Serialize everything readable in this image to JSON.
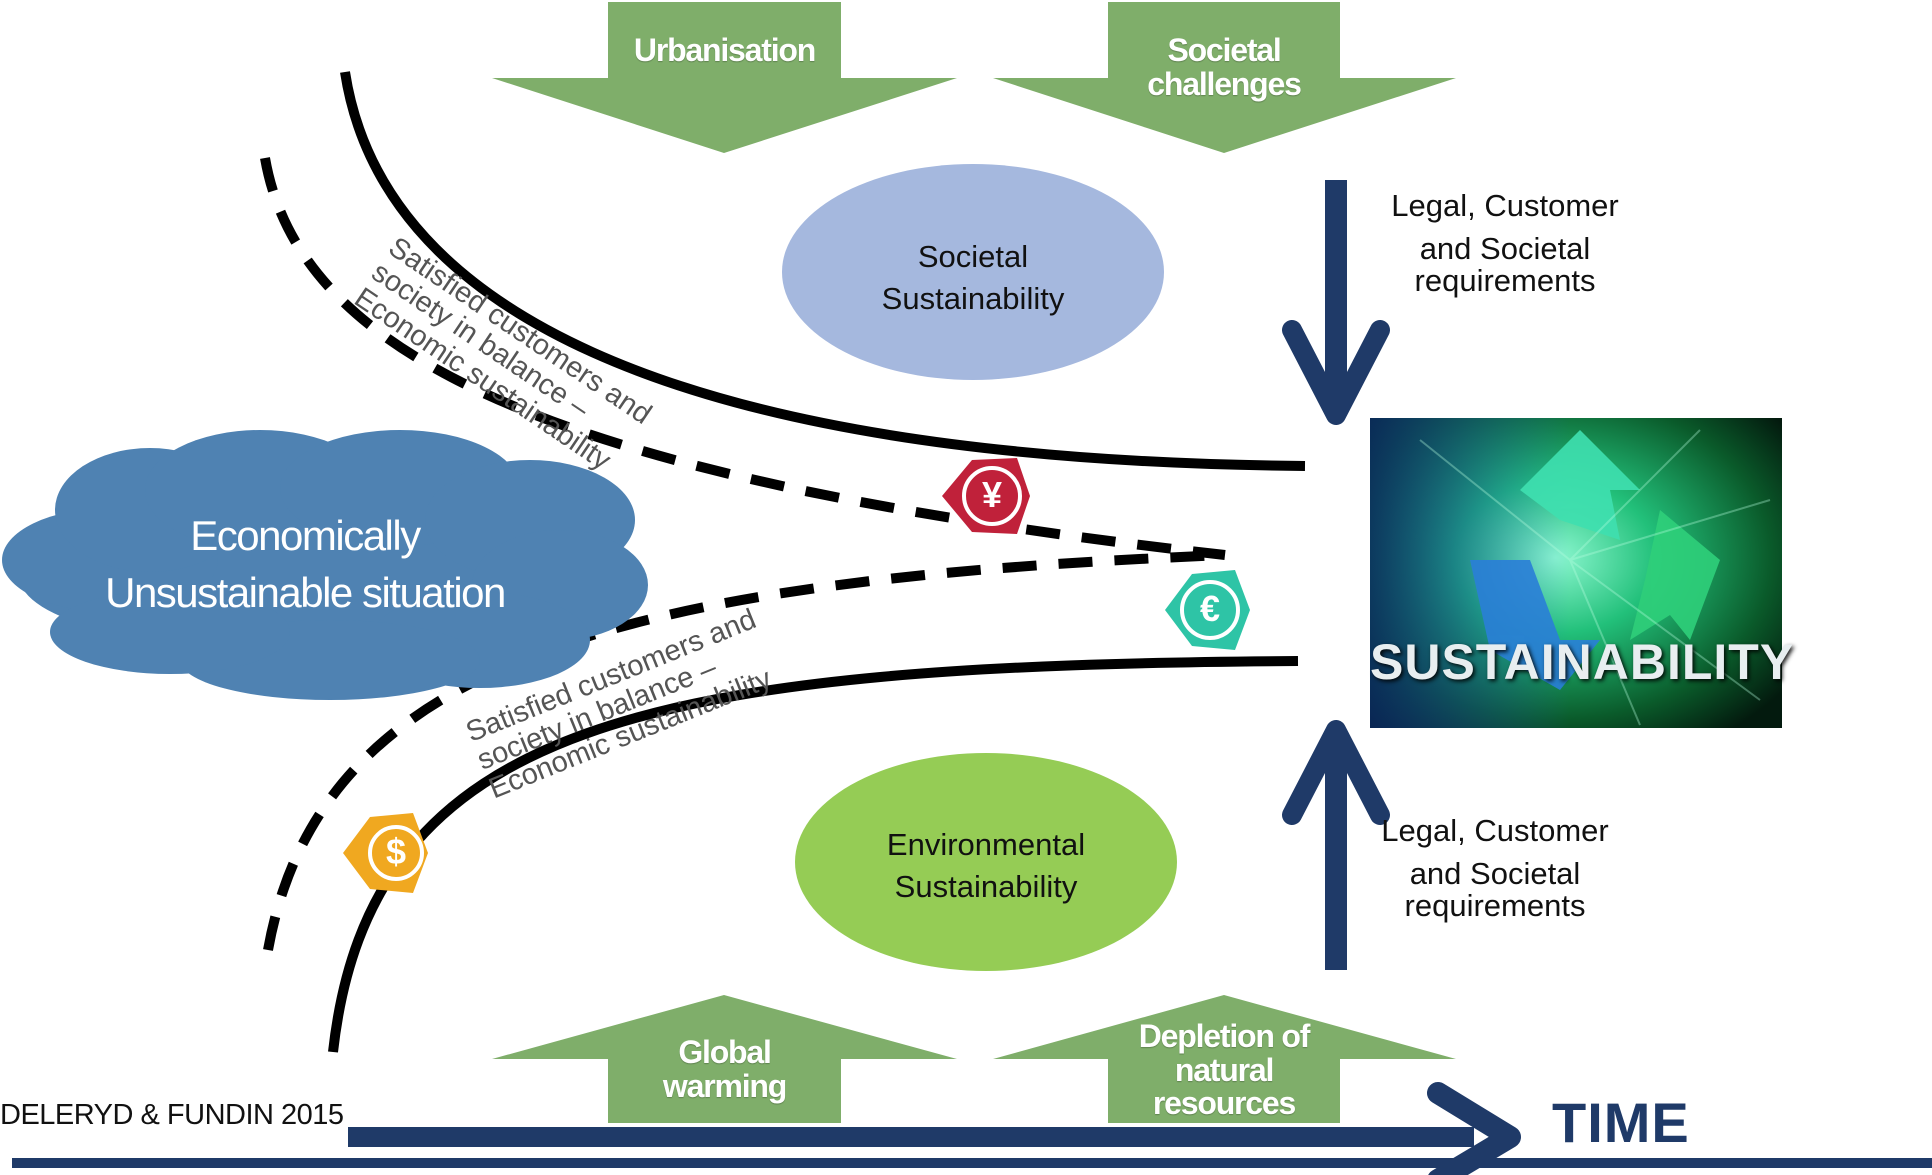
{
  "top_arrows": [
    {
      "label_lines": [
        "Urbanisation"
      ]
    },
    {
      "label_lines": [
        "Societal",
        "challenges"
      ]
    }
  ],
  "bottom_arrows": [
    {
      "label_lines": [
        "Global",
        "warming"
      ]
    },
    {
      "label_lines": [
        "Depletion of",
        "natural",
        "resources"
      ]
    }
  ],
  "ovals": {
    "societal": {
      "lines": [
        "Societal",
        "Sustainability"
      ]
    },
    "environmental": {
      "lines": [
        "Environmental",
        "Sustainability"
      ]
    }
  },
  "cloud": {
    "lines": [
      "Economically",
      "Unsustainable situation"
    ]
  },
  "path_labels": {
    "upper": [
      "Satisfied customers and",
      "society in balance –",
      "Economic sustainability"
    ],
    "lower": [
      "Satisfied customers and",
      "society in balance –",
      "Economic sustainability"
    ]
  },
  "requirements": {
    "top": [
      "Legal, Customer",
      "and Societal",
      "requirements"
    ],
    "bottom": [
      "Legal, Customer",
      "and Societal",
      "requirements"
    ]
  },
  "sustainability_image": {
    "text": "SUSTAINABILITY"
  },
  "currency_icons": [
    {
      "symbol": "¥",
      "color": "#c0213a"
    },
    {
      "symbol": "€",
      "color": "#2ec4a6"
    },
    {
      "symbol": "$",
      "color": "#f0a820"
    }
  ],
  "footer": {
    "credit": "DELERYD & FUNDIN 2015",
    "axis_label": "TIME"
  },
  "colors": {
    "green_arrow": "#7fae6a",
    "navy": "#1f3a68",
    "societal_oval": "#a5b8de",
    "environmental_oval": "#95cc55",
    "cloud": "#4f82b2"
  }
}
